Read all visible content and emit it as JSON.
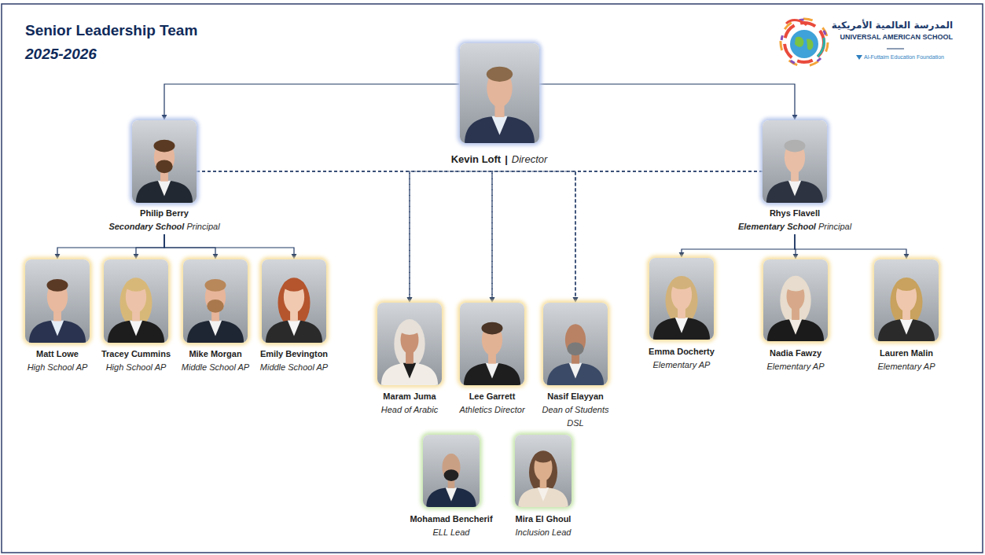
{
  "diagram": {
    "title": "Senior Leadership Team",
    "nodes": [
      {
        "text": [
          "Kevin Loft",
          "|",
          "Director"
        ]
      },
      {
        "text": [
          "Philip Berry",
          "Secondary School",
          "Principal"
        ]
      },
      {
        "text": [
          "Rhys Flavell",
          "Elementary School",
          "Principal"
        ]
      },
      {
        "text": [
          "Matt Lowe",
          "High School AP"
        ]
      },
      {
        "text": [
          "Tracey Cummins",
          "High School AP"
        ]
      },
      {
        "text": [
          "Mike Morgan",
          "Middle School AP"
        ]
      },
      {
        "text": [
          "Emily Bevington",
          "Middle School AP"
        ]
      },
      {
        "text": [
          "Maram Juma",
          "Head of Arabic"
        ]
      },
      {
        "text": [
          "Lee Garrett",
          "Athletics Director"
        ]
      },
      {
        "text": [
          "Nasif Elayyan",
          "Dean of Students",
          "DSL"
        ]
      },
      {
        "text": [
          "Mohamad Bencherif",
          "ELL Lead"
        ]
      },
      {
        "text": [
          "Mira El Ghoul",
          "Inclusion Lead"
        ]
      },
      {
        "text": [
          "Emma Docherty",
          "Elementary AP"
        ]
      },
      {
        "text": [
          "Nadia Fawzy",
          "Elementary AP"
        ]
      },
      {
        "text": [
          "Lauren Malin",
          "Elementary AP"
        ]
      }
    ],
    "edges": [
      {
        "from": 0,
        "to": 1,
        "arrow": "to"
      },
      {
        "from": 0,
        "to": 2,
        "arrow": "to"
      },
      {
        "from": 1,
        "to": 3,
        "arrow": "to"
      },
      {
        "from": 1,
        "to": 4,
        "arrow": "to"
      },
      {
        "from": 1,
        "to": 5,
        "arrow": "to"
      },
      {
        "from": 1,
        "to": 6,
        "arrow": "to"
      },
      {
        "from": 2,
        "to": 12,
        "arrow": "to"
      },
      {
        "from": 2,
        "to": 13,
        "arrow": "to"
      },
      {
        "from": 2,
        "to": 14,
        "arrow": "to"
      },
      {
        "from": 1,
        "to": 7,
        "arrow": "to"
      },
      {
        "from": 1,
        "to": 8,
        "arrow": "to"
      },
      {
        "from": 1,
        "to": 9,
        "arrow": "to"
      },
      {
        "from": 2,
        "to": 7,
        "arrow": "to"
      },
      {
        "from": 2,
        "to": 8,
        "arrow": "to"
      },
      {
        "from": 2,
        "to": 9,
        "arrow": "to"
      }
    ],
    "labels": [
      "2025-2026",
      "المدرسة العالمية الأمريكية",
      "UNIVERSAL AMERICAN SCHOOL",
      "Al-Futtaim Education Foundation"
    ]
  }
}
